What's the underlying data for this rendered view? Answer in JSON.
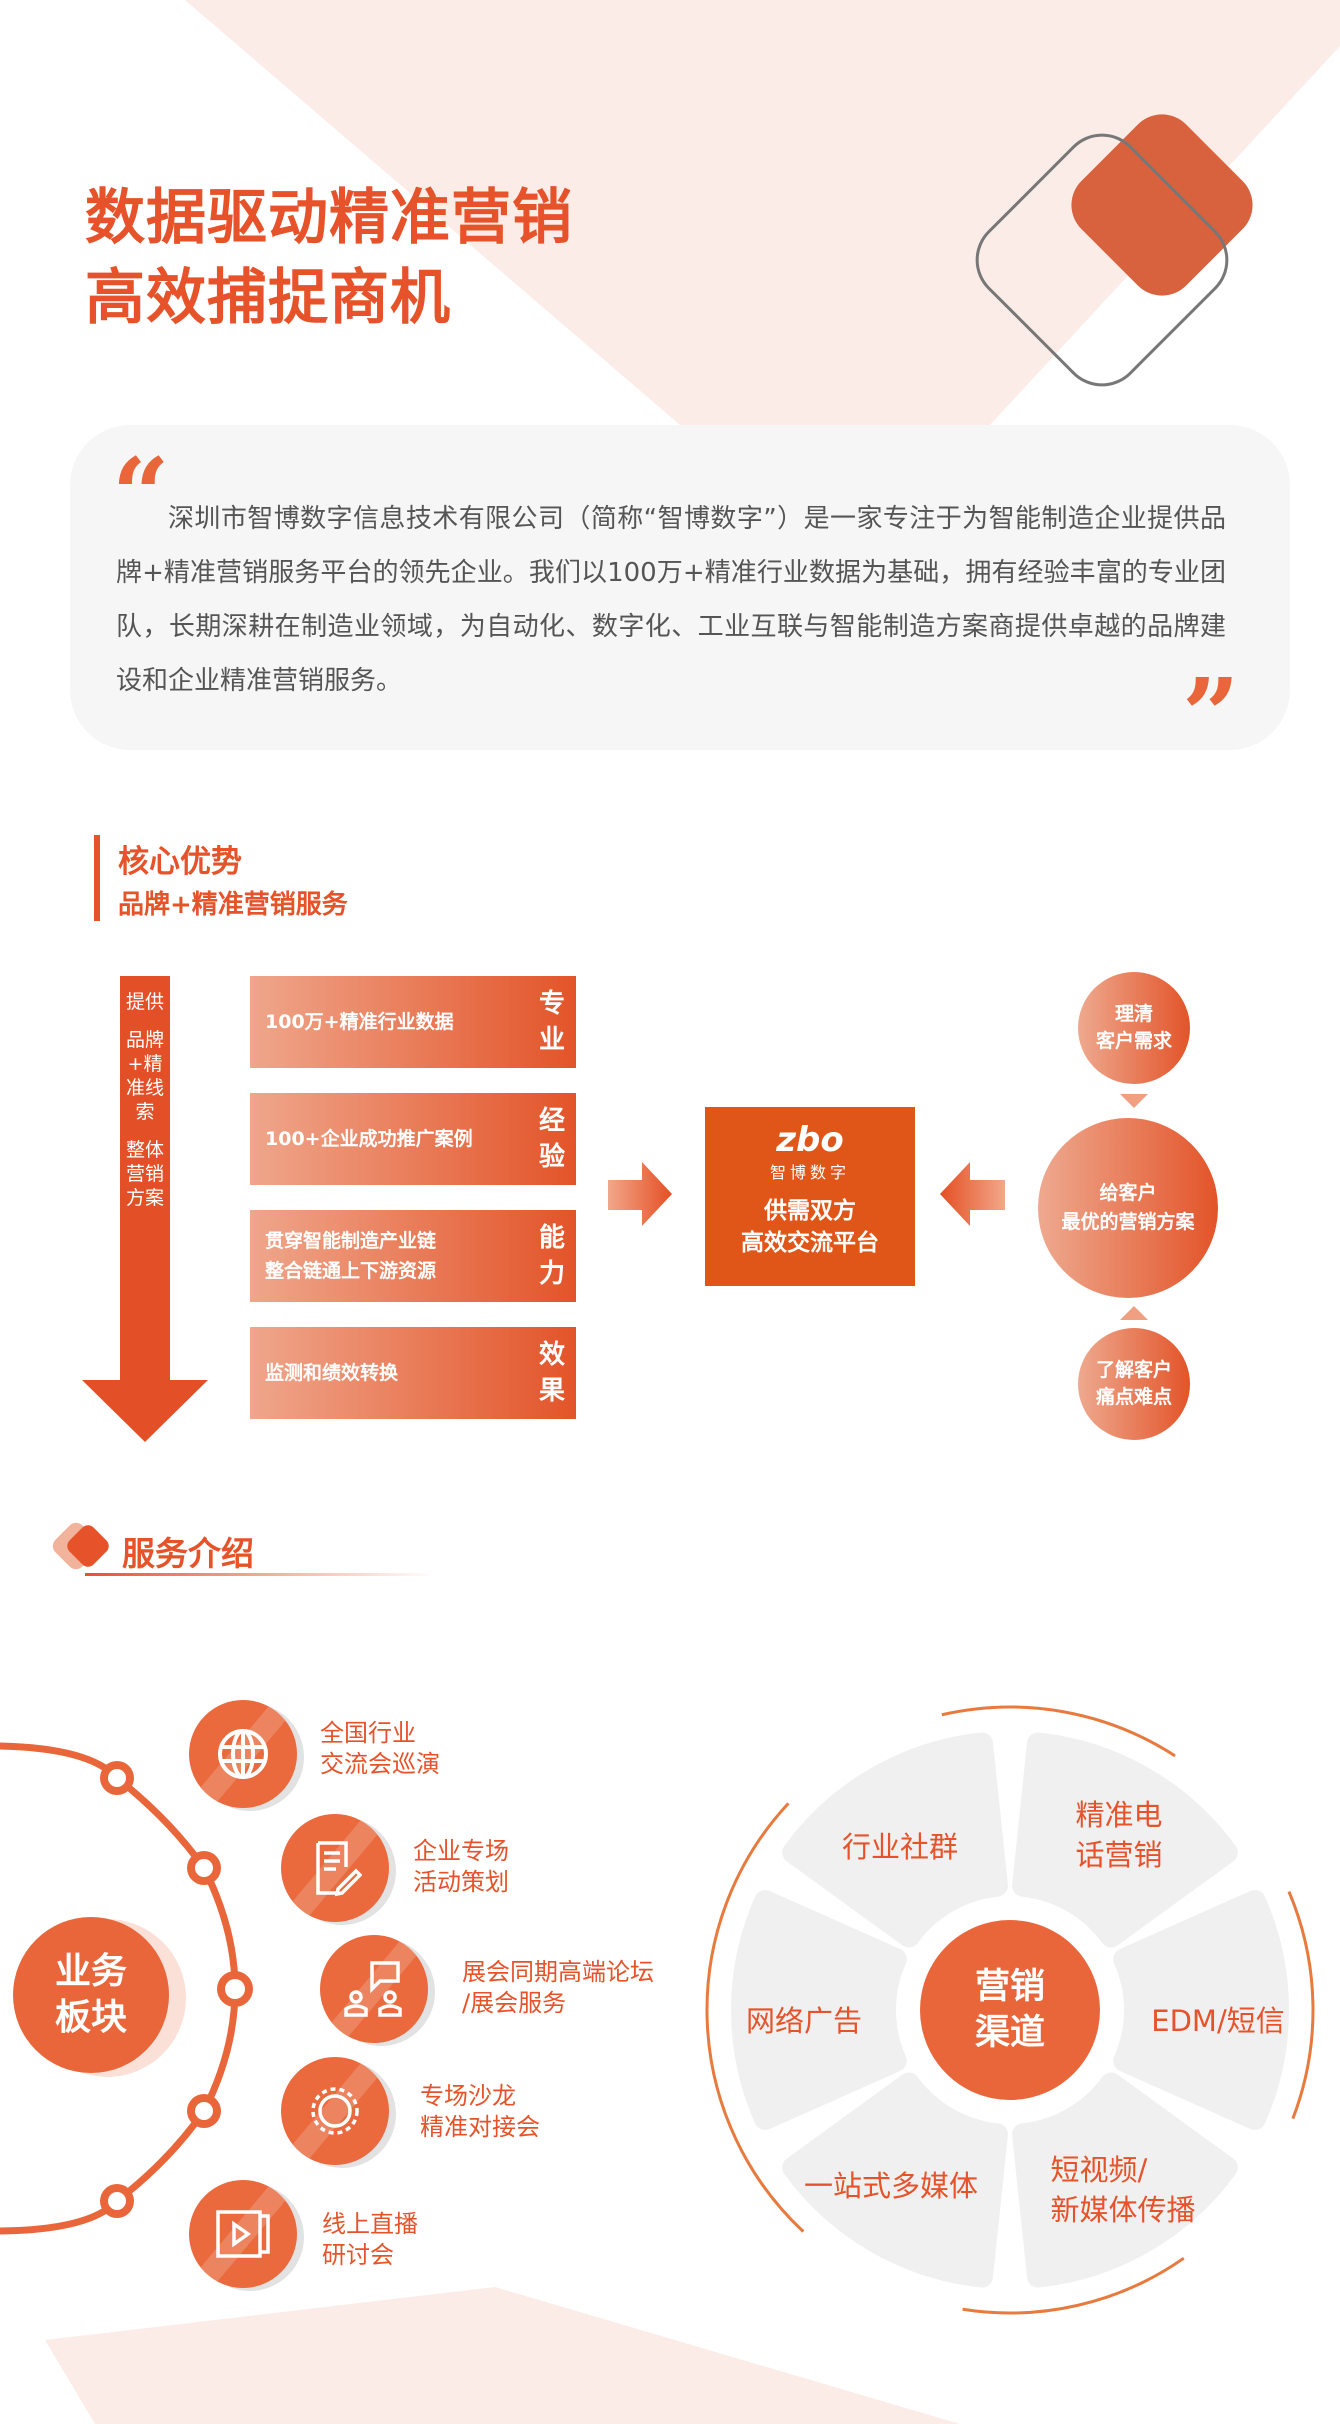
{
  "header": {
    "title_line1": "数据驱动精准营销",
    "title_line2": "高效捕捉商机"
  },
  "intro": {
    "open_quote": "“",
    "close_quote": "”",
    "paragraph": "深圳市智博数字信息技术有限公司（简称“智博数字”）是一家专注于为智能制造企业提供品牌+精准营销服务平台的领先企业。我们以100万+精准行业数据为基础，拥有经验丰富的专业团队，长期深耕在制造业领域，为自动化、数字化、工业互联与智能制造方案商提供卓越的品牌建设和企业精准营销服务。"
  },
  "core": {
    "title": "核心优势",
    "subtitle": "品牌+精准营销服务",
    "arrow_text": [
      "提供",
      "品牌+精准线索",
      "整体营销方案"
    ],
    "advantages": [
      {
        "text": "100万+精准行业数据",
        "label": "专业"
      },
      {
        "text": "100+企业成功推广案例",
        "label": "经验"
      },
      {
        "text": "贯穿智能制造产业链\n整合链通上下游资源",
        "label": "能力"
      },
      {
        "text": "监测和绩效转换",
        "label": "效果"
      }
    ],
    "platform": {
      "logo_text": "zbo",
      "logo_sub": "智博数字",
      "line1": "供需双方",
      "line2": "高效交流平台"
    },
    "client_steps": {
      "top": [
        "理清",
        "客户需求"
      ],
      "middle": [
        "给客户",
        "最优的营销方案"
      ],
      "bottom": [
        "了解客户",
        "痛点难点"
      ]
    }
  },
  "services": {
    "title": "服务介绍",
    "hub": [
      "业务",
      "板块"
    ],
    "items": [
      {
        "icon": "globe-icon",
        "lines": [
          "全国行业",
          "交流会巡演"
        ]
      },
      {
        "icon": "document-pen-icon",
        "lines": [
          "企业专场",
          "活动策划"
        ]
      },
      {
        "icon": "presenter-icon",
        "lines": [
          "展会同期高端论坛",
          "/展会服务"
        ]
      },
      {
        "icon": "gear-icon",
        "lines": [
          "专场沙龙",
          "精准对接会"
        ]
      },
      {
        "icon": "video-play-icon",
        "lines": [
          "线上直播",
          "研讨会"
        ]
      }
    ],
    "channels": {
      "center": [
        "营销",
        "渠道"
      ],
      "segments": [
        {
          "lines": [
            "行业社群"
          ]
        },
        {
          "lines": [
            "精准电",
            "话营销"
          ]
        },
        {
          "lines": [
            "EDM/短信"
          ]
        },
        {
          "lines": [
            "短视频/",
            "新媒体传播"
          ]
        },
        {
          "lines": [
            "一站式多媒体"
          ]
        },
        {
          "lines": [
            "网络广告"
          ]
        }
      ]
    }
  },
  "colors": {
    "accent": "#e6532a",
    "platform_box": "#e05619",
    "pink_bg": "#fcece8",
    "quote_bg": "#f6f6f6",
    "segment_bg": "#f0f0f0"
  }
}
